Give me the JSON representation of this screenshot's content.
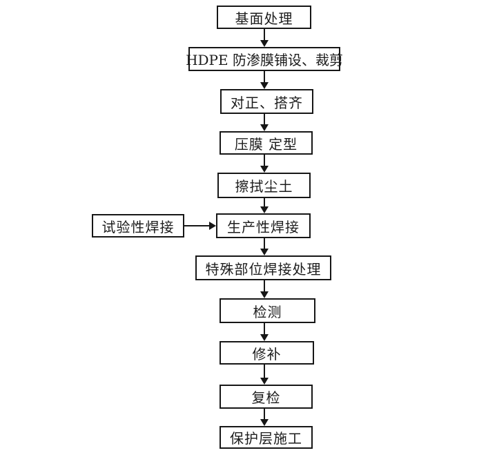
{
  "diagram": {
    "title": "HDPE anti-seepage membrane construction process flowchart",
    "colors": {
      "background": "#ffffff",
      "box_border": "#161616",
      "text": "#1c1c1c",
      "arrow": "#161616"
    },
    "nodes": [
      {
        "id": "base-surface-treatment",
        "label": "基面处理"
      },
      {
        "id": "hdpe-membrane-laying-cutting",
        "label": "HDPE 防渗膜铺设、裁剪"
      },
      {
        "id": "align-overlap",
        "label": "对正、搭齐"
      },
      {
        "id": "press-film-shaping",
        "label": "压膜 定型"
      },
      {
        "id": "wipe-dust",
        "label": "擦拭尘土"
      },
      {
        "id": "production-welding",
        "label": "生产性焊接"
      },
      {
        "id": "special-parts-weld-treatment",
        "label": "特殊部位焊接处理"
      },
      {
        "id": "inspection",
        "label": "检测"
      },
      {
        "id": "repair",
        "label": "修补"
      },
      {
        "id": "recheck",
        "label": "复检"
      },
      {
        "id": "protective-layer-construction",
        "label": "保护层施工"
      }
    ],
    "side_node": {
      "id": "trial-welding",
      "label": "试验性焊接"
    },
    "edges": [
      {
        "from": "基面处理",
        "to": "HDPE 防渗膜铺设、裁剪",
        "direction": "down"
      },
      {
        "from": "HDPE 防渗膜铺设、裁剪",
        "to": "对正、搭齐",
        "direction": "down"
      },
      {
        "from": "对正、搭齐",
        "to": "压膜 定型",
        "direction": "down"
      },
      {
        "from": "压膜 定型",
        "to": "擦拭尘土",
        "direction": "down"
      },
      {
        "from": "擦拭尘土",
        "to": "生产性焊接",
        "direction": "down"
      },
      {
        "from": "试验性焊接",
        "to": "生产性焊接",
        "direction": "right"
      },
      {
        "from": "生产性焊接",
        "to": "特殊部位焊接处理",
        "direction": "down"
      },
      {
        "from": "特殊部位焊接处理",
        "to": "检测",
        "direction": "down"
      },
      {
        "from": "检测",
        "to": "修补",
        "direction": "down"
      },
      {
        "from": "修补",
        "to": "复检",
        "direction": "down"
      },
      {
        "from": "复检",
        "to": "保护层施工",
        "direction": "down"
      }
    ]
  }
}
